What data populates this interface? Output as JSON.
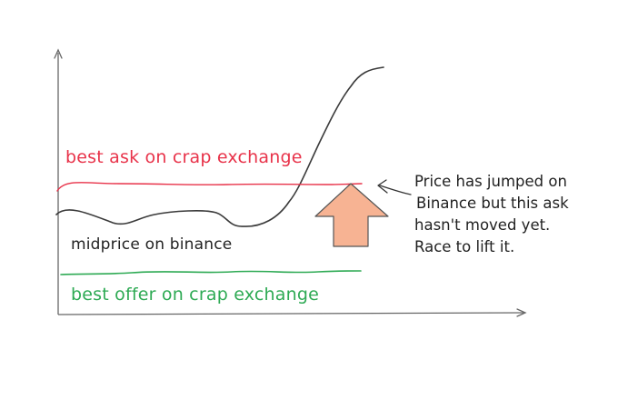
{
  "labels": {
    "best_ask": "best ask on crap exchange",
    "midprice": "midprice on binance",
    "best_offer": "best offer on crap exchange"
  },
  "annotation": {
    "lines": [
      "Price has jumped on",
      "Binance but this ask",
      "hasn't moved yet.",
      "Race to lift it."
    ]
  },
  "colors": {
    "best_ask": "#e8334a",
    "midprice": "#3a3a3a",
    "best_offer": "#2eaa54",
    "arrow_fill": "#f7b393",
    "arrow_stroke": "#555555",
    "axis": "#666666"
  }
}
